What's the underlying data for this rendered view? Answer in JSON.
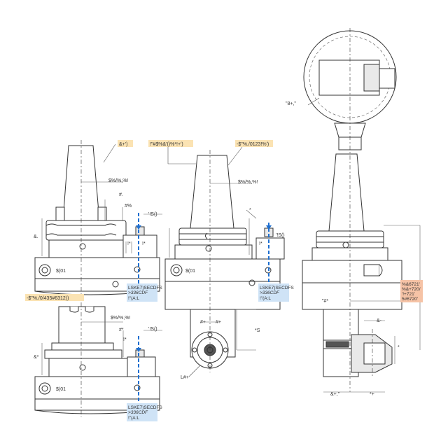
{
  "labels": {
    "top_left_callout": "&+')",
    "top_mid_callout": "!\"#$%&'()%*!+')",
    "top_right_callout": "-$\"%./0123!%')",
    "mid_left_callout": "-$\"%./0/435#6312))",
    "dim_a": "$%/%,%!",
    "dim_b": "$%/%,%!",
    "dim_c": "$%/%,%!",
    "tag_hash": "#.",
    "tag_hashpct": "#%",
    "tag_hashstar": "#*",
    "tag_bang": "!*",
    "tag_bang2": "!*",
    "tag_amp": "&.",
    "tag_amp2": "&*",
    "tag_star": "*",
    "tag_s": "*S",
    "tag_isq1": "'!S()",
    "tag_isq2": "'!S()",
    "tag_isq3": "'!S()",
    "tag_jl": "!*",
    "tag_jr": "!*",
    "tag_sj": "$(01",
    "tag_sj2": "$(01",
    "tag_sj3": "$(01",
    "hash_pair_l": "#+",
    "hash_pair_r": "#+",
    "tag_l": "L#+",
    "tag_quote_top": "\"8+,\"",
    "tag_ampdot": "&+,\"",
    "tag_hashstar2": "\"#*",
    "tag_apos": "&-",
    "tag_apos2": "*+",
    "tag_star_b": "*"
  },
  "tables": {
    "blue_1": [
      "LSKE7)SECDFS",
      ">336CDF",
      "!\"(A:L"
    ],
    "blue_2": [
      "LSKE7)SECDFS",
      ">336CDF",
      "!\"(A:L"
    ],
    "blue_3": [
      "LSKE7)SECDFS",
      ">336CDF",
      "!\"(A:L"
    ],
    "orange": [
      "%&6721'",
      "%&+720/",
      "'!+721'",
      "5#6720'"
    ]
  }
}
